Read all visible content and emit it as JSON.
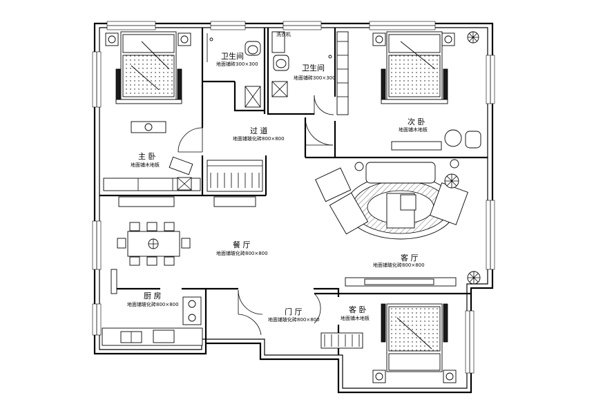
{
  "rooms": {
    "master_bedroom": {
      "name": "主 卧",
      "floor": "地面铺木地板"
    },
    "bathroom_1": {
      "name": "卫生间",
      "floor": "地面铺砖300×300"
    },
    "bathroom_2": {
      "name": "卫生间",
      "floor": "地面铺砖300×300"
    },
    "second_bedroom": {
      "name": "次 卧",
      "floor": "地面铺木地板"
    },
    "corridor": {
      "name": "过 道",
      "floor": "地面铺玻化砖800×800"
    },
    "dining": {
      "name": "餐 厅",
      "floor": "地面铺玻化砖800×800"
    },
    "living": {
      "name": "客 厅",
      "floor": "地面铺玻化砖800×800"
    },
    "kitchen": {
      "name": "厨 房",
      "floor": "地面铺玻化砖800×800"
    },
    "entry": {
      "name": "门 厅",
      "floor": "地面铺玻化砖800×800"
    },
    "guest_bedroom": {
      "name": "客 卧",
      "floor": "地面铺木地板"
    }
  },
  "fixtures": {
    "washer_label": "洗衣机"
  }
}
